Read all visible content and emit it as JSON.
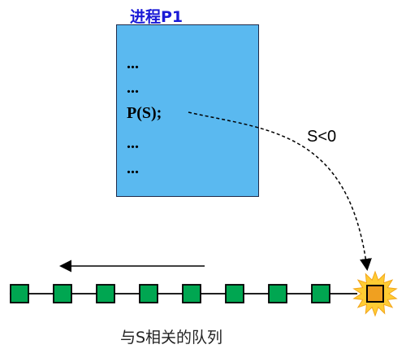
{
  "process": {
    "title": "进程P1",
    "code_lines": [
      "...",
      "...",
      "P(S);",
      "...",
      "..."
    ]
  },
  "transition": {
    "condition_label": "S<0"
  },
  "queue": {
    "label": "与S相关的队列",
    "node_count": 8,
    "colors": {
      "node_fill": "#00a651",
      "node_border": "#000000",
      "star_fill": "#ffcc33",
      "star_inner": "#f0a020",
      "box_fill": "#5ab9f0"
    }
  }
}
